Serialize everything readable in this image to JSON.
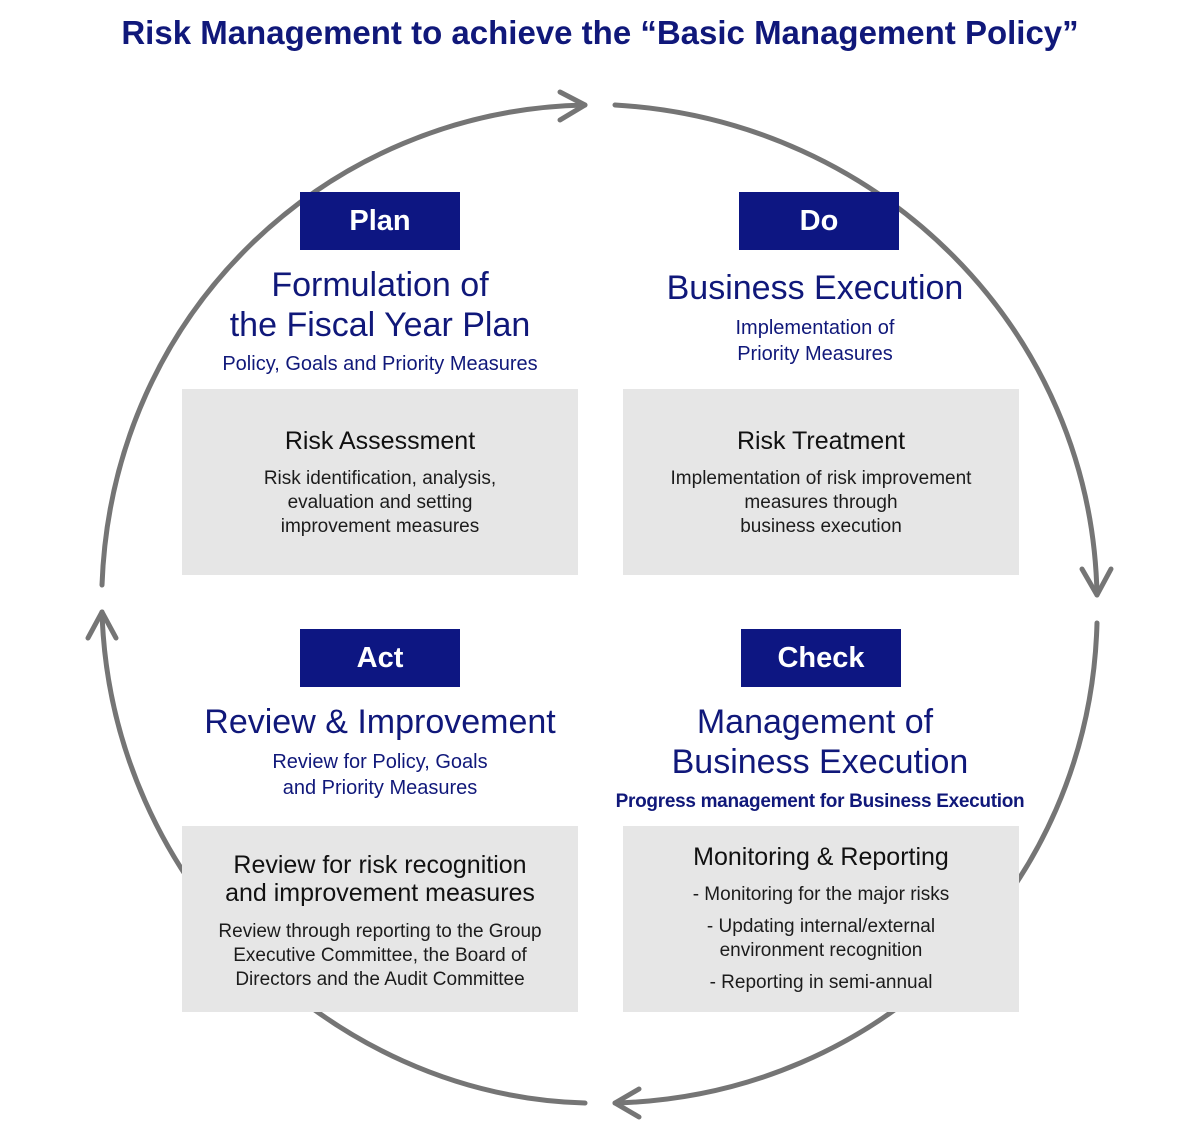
{
  "title": "Risk Management to achieve the “Basic Management Policy”",
  "plan": {
    "tag": "Plan",
    "heading_line1": "Formulation of",
    "heading_line2": "the Fiscal Year Plan",
    "subtitle": "Policy, Goals and Priority Measures",
    "box_title": "Risk Assessment",
    "box_line1": "Risk identification, analysis,",
    "box_line2": "evaluation and setting",
    "box_line3": "improvement measures"
  },
  "do": {
    "tag": "Do",
    "heading": "Business Execution",
    "subtitle_line1": "Implementation of",
    "subtitle_line2": "Priority Measures",
    "box_title": "Risk Treatment",
    "box_line1": "Implementation of risk improvement",
    "box_line2": "measures through",
    "box_line3": "business execution"
  },
  "act": {
    "tag": "Act",
    "heading": "Review & Improvement",
    "subtitle_line1": "Review for Policy, Goals",
    "subtitle_line2": "and Priority Measures",
    "box_title_line1": "Review for risk recognition",
    "box_title_line2": "and improvement measures",
    "box_line1": "Review through reporting to the Group",
    "box_line2": "Executive Committee, the Board of",
    "box_line3": "Directors and the Audit Committee"
  },
  "check": {
    "tag": "Check",
    "heading_line1": "Management of",
    "heading_line2": "Business Execution",
    "subtitle": "Progress management for Business Execution",
    "box_title": "Monitoring & Reporting",
    "bullet1": "- Monitoring for the major risks",
    "bullet2_line1": "- Updating internal/external",
    "bullet2_line2": "environment recognition",
    "bullet3": "- Reporting in semi-annual"
  },
  "colors": {
    "navy": "#0d1682",
    "title_navy": "#10187a",
    "box_gray": "#e6e6e6",
    "arrow_gray": "#757575"
  }
}
